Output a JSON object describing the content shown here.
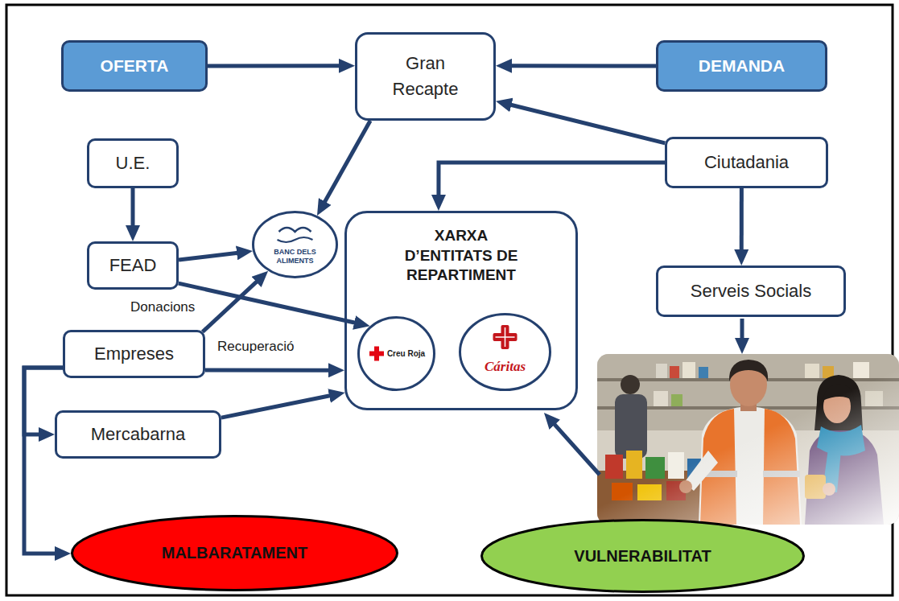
{
  "diagram": {
    "nodes": [
      {
        "text": [
          "OFERTA"
        ]
      },
      {
        "text": [
          "Gran Recapte"
        ]
      },
      {
        "text": [
          "DEMANDA"
        ]
      },
      {
        "text": [
          "U.E."
        ]
      },
      {
        "text": [
          "Ciutadania"
        ]
      },
      {
        "text": [
          "FEAD"
        ]
      },
      {
        "text": [
          "BANC DELS ALIMENTS"
        ]
      },
      {
        "text": [
          "XARXA D’ENTITATS DE REPARTIMENT"
        ]
      },
      {
        "text": [
          "Creu Roja"
        ],
        "in": 7
      },
      {
        "text": [
          "Cáritas"
        ],
        "in": 7
      },
      {
        "text": [
          "Serveis Socials"
        ]
      },
      {
        "text": [
          "Empreses"
        ]
      },
      {
        "text": [
          "Mercabarna"
        ]
      },
      {
        "text": [
          "MALBARATAMENT"
        ]
      },
      {
        "text": [
          "VULNERABILITAT"
        ]
      }
    ],
    "edges": [
      {
        "from": 0,
        "to": 1,
        "arrow": "to"
      },
      {
        "from": 2,
        "to": 1,
        "arrow": "to"
      },
      {
        "from": 4,
        "to": 1,
        "arrow": "to"
      },
      {
        "from": 1,
        "to": 6,
        "arrow": "to"
      },
      {
        "from": 3,
        "to": 5,
        "arrow": "to"
      },
      {
        "from": 5,
        "to": 6,
        "arrow": "to"
      },
      {
        "from": 5,
        "to": 8,
        "arrow": "to"
      },
      {
        "from": 4,
        "to": 7,
        "arrow": "to"
      },
      {
        "from": 4,
        "to": 10,
        "arrow": "to"
      },
      {
        "from": 11,
        "to": 6,
        "label": "Donacions",
        "arrow": "to"
      },
      {
        "from": 11,
        "to": 7,
        "label": "Recuperació",
        "arrow": "to"
      },
      {
        "from": 12,
        "to": 7,
        "arrow": "to"
      },
      {
        "from": 11,
        "to": 12,
        "arrow": "to"
      },
      {
        "from": 11,
        "to": 13,
        "arrow": "to"
      }
    ]
  }
}
